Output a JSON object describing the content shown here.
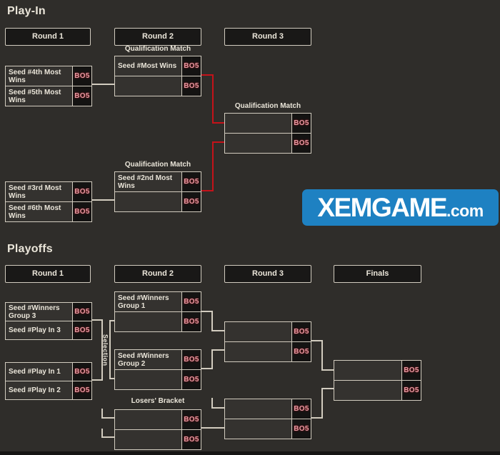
{
  "colors": {
    "background": "#2f2d2a",
    "cell": "#34322f",
    "badge_bg": "#141312",
    "panel": "#191817",
    "line": "#d2ccbf",
    "text": "#eae5d9",
    "badge_text": "#e59aa2",
    "connector_red": "#c5121a",
    "logo_blue": "#1e81c2"
  },
  "playin": {
    "title": "Play-In",
    "rounds": [
      "Round 1",
      "Round 2",
      "Round 3"
    ],
    "matches": [
      {
        "id": "r1-top",
        "slots": [
          {
            "team": "Seed #4th Most Wins",
            "format": "BO5"
          },
          {
            "team": "Seed #5th Most Wins",
            "format": "BO5"
          }
        ]
      },
      {
        "id": "r1-bottom",
        "slots": [
          {
            "team": "Seed #3rd Most Wins",
            "format": "BO5"
          },
          {
            "team": "Seed #6th Most Wins",
            "format": "BO5"
          }
        ]
      },
      {
        "id": "r2-top",
        "label": "Qualification Match",
        "slots": [
          {
            "team": "Seed #Most Wins",
            "format": "BO5"
          },
          {
            "team": "",
            "format": "BO5"
          }
        ]
      },
      {
        "id": "r2-bottom",
        "label": "Qualification Match",
        "slots": [
          {
            "team": "Seed #2nd Most Wins",
            "format": "BO5"
          },
          {
            "team": "",
            "format": "BO5"
          }
        ]
      },
      {
        "id": "r3",
        "label": "Qualification Match",
        "slots": [
          {
            "team": "",
            "format": "BO5"
          },
          {
            "team": "",
            "format": "BO5"
          }
        ]
      }
    ]
  },
  "playoffs": {
    "title": "Playoffs",
    "rounds": [
      "Round 1",
      "Round 2",
      "Round 3",
      "Finals"
    ],
    "selection_label": "Selection",
    "losers_bracket_label": "Losers' Bracket",
    "matches": [
      {
        "id": "r1-top",
        "slots": [
          {
            "team": "Seed #Winners Group 3",
            "format": "BO5"
          },
          {
            "team": "Seed #Play In 3",
            "format": "BO5"
          }
        ]
      },
      {
        "id": "r1-bottom",
        "slots": [
          {
            "team": "Seed #Play In 1",
            "format": "BO5"
          },
          {
            "team": "Seed #Play In 2",
            "format": "BO5"
          }
        ]
      },
      {
        "id": "r2-top",
        "slots": [
          {
            "team": "Seed #Winners Group 1",
            "format": "BO5"
          },
          {
            "team": "",
            "format": "BO5"
          }
        ]
      },
      {
        "id": "r2-bottom",
        "slots": [
          {
            "team": "Seed #Winners Group 2",
            "format": "BO5"
          },
          {
            "team": "",
            "format": "BO5"
          }
        ]
      },
      {
        "id": "r3-upper",
        "slots": [
          {
            "team": "",
            "format": "BO5"
          },
          {
            "team": "",
            "format": "BO5"
          }
        ]
      },
      {
        "id": "losers-r1",
        "slots": [
          {
            "team": "",
            "format": "BO5"
          },
          {
            "team": "",
            "format": "BO5"
          }
        ]
      },
      {
        "id": "losers-final",
        "slots": [
          {
            "team": "",
            "format": "BO5"
          },
          {
            "team": "",
            "format": "BO5"
          }
        ]
      },
      {
        "id": "finals",
        "slots": [
          {
            "team": "",
            "format": "BO5"
          },
          {
            "team": "",
            "format": "BO5"
          }
        ]
      }
    ]
  },
  "watermark": {
    "text": "XEMGAME",
    "suffix": ".com"
  }
}
